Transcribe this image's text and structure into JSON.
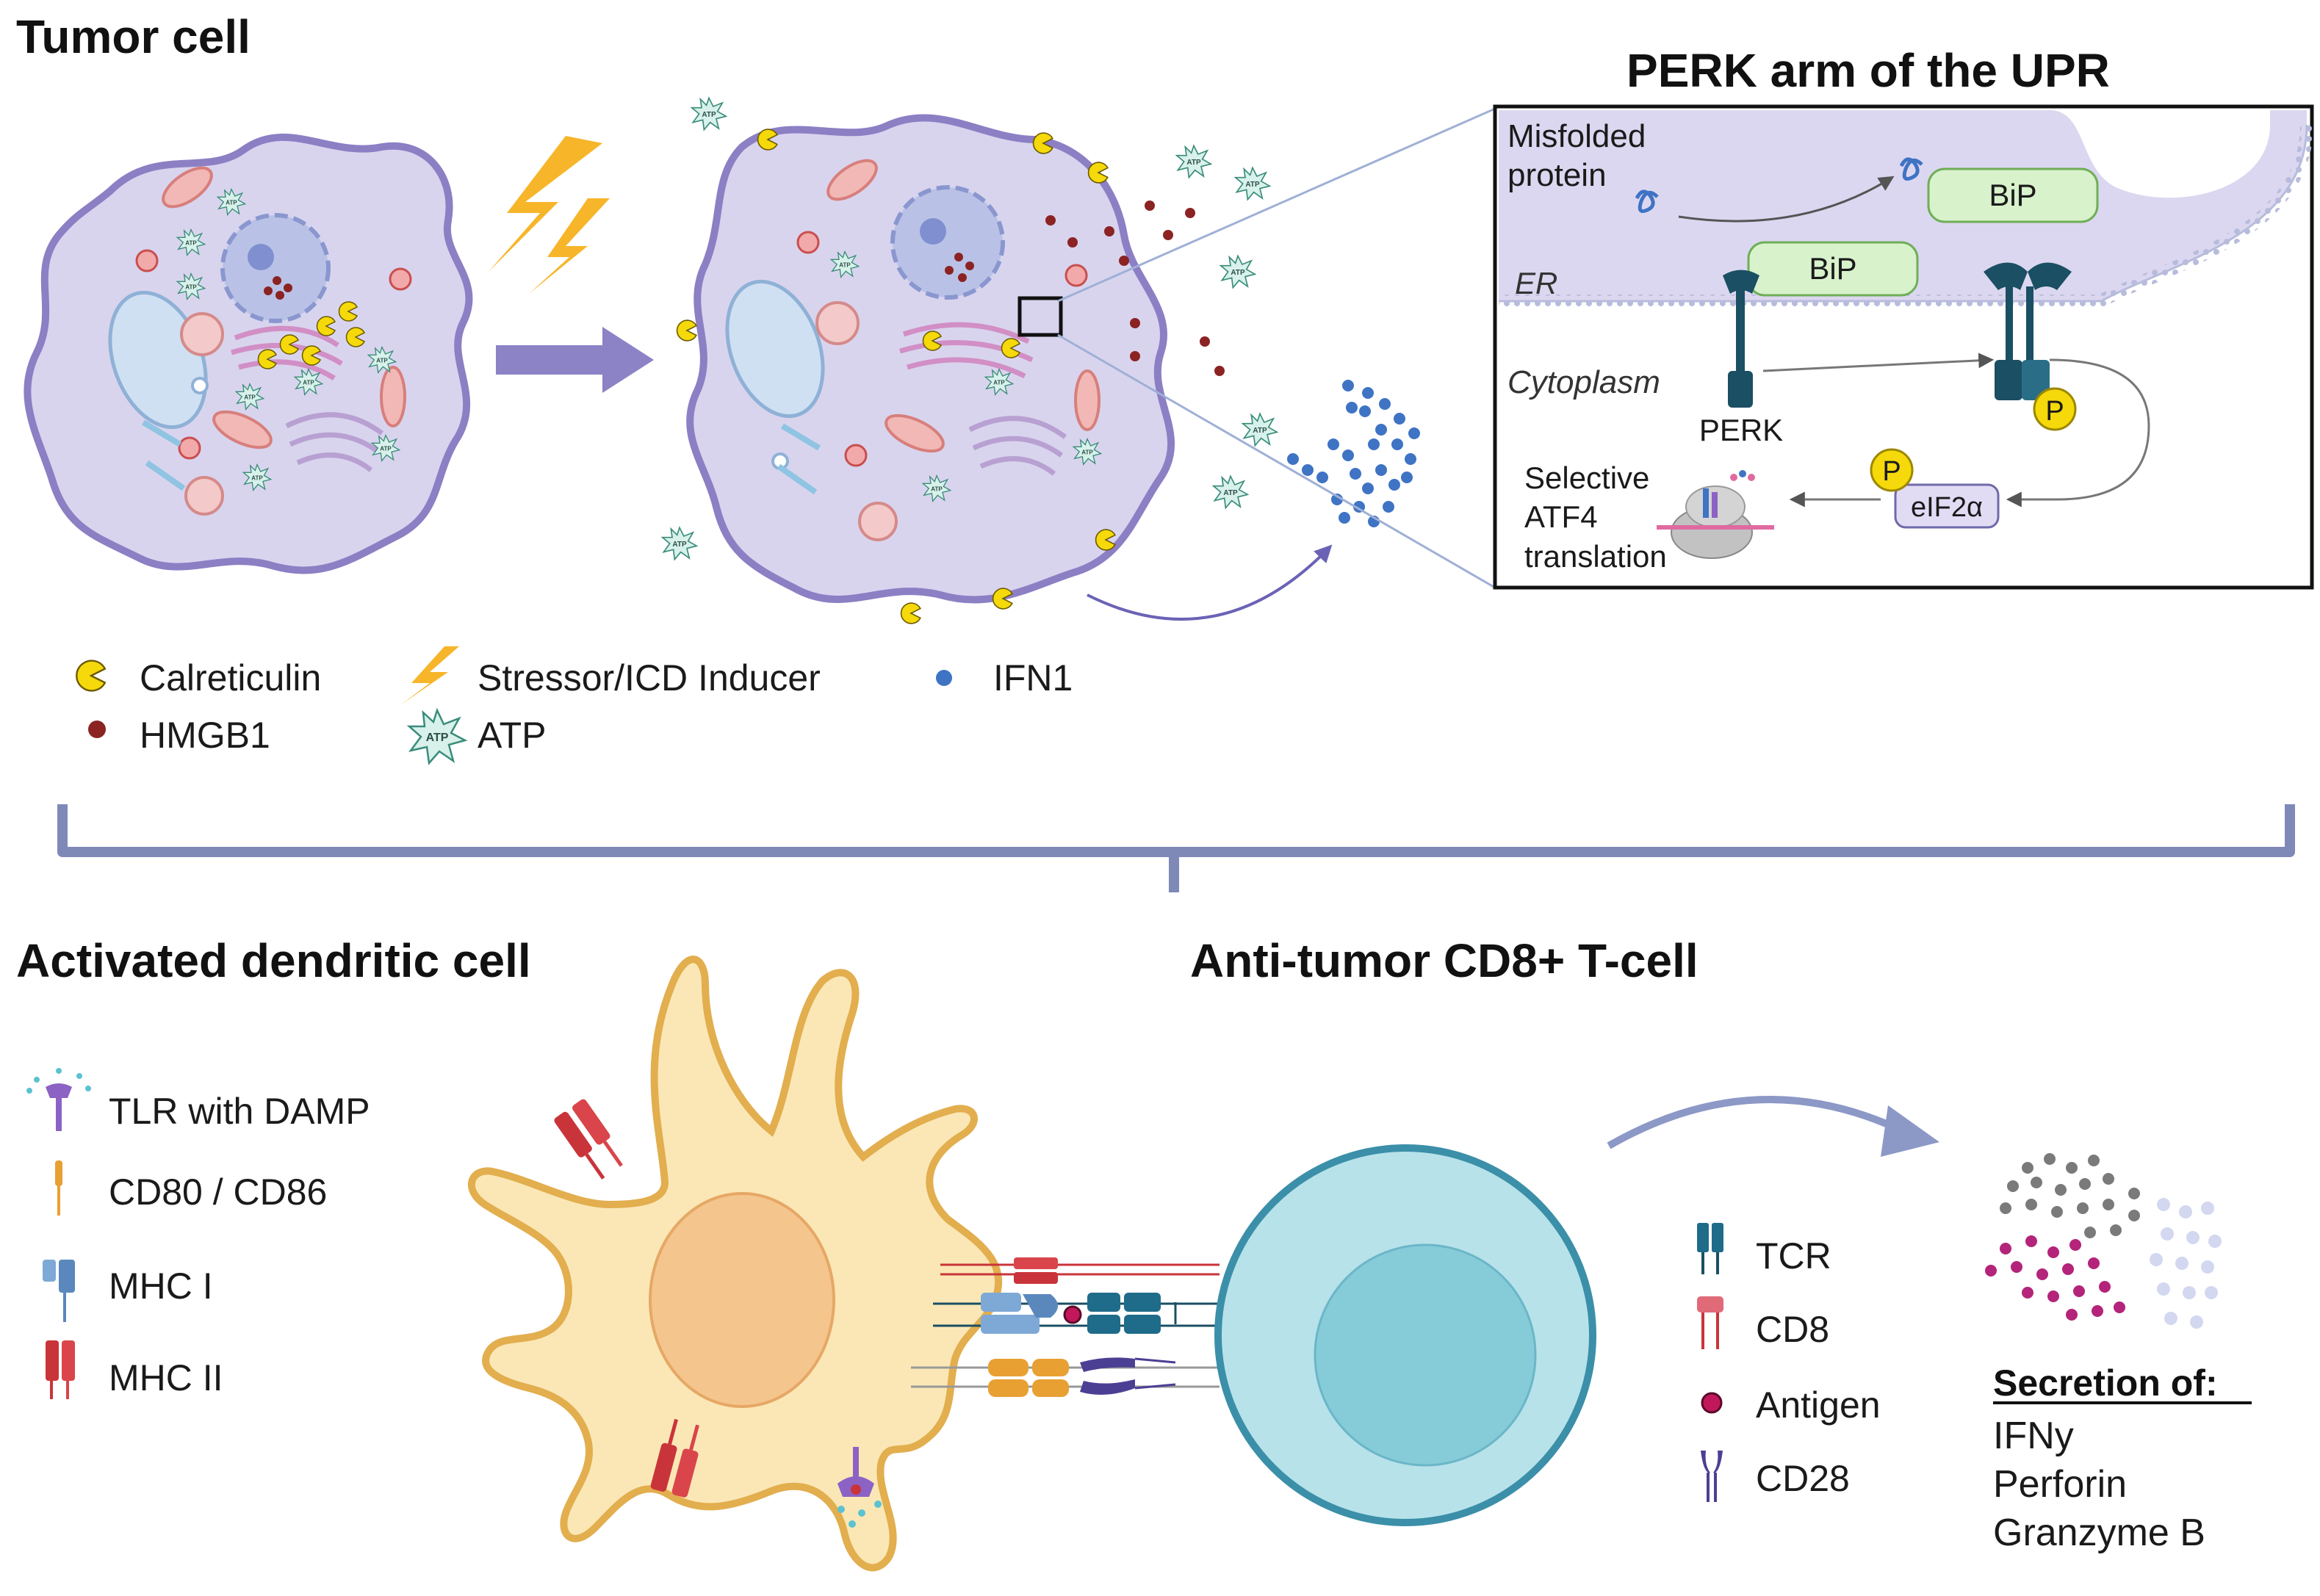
{
  "titles": {
    "tumor_cell": "Tumor cell",
    "perk_arm": "PERK arm of the UPR",
    "dendritic_cell": "Activated dendritic cell",
    "t_cell": "Anti-tumor CD8+ T-cell"
  },
  "perk_panel": {
    "misfolded_line1": "Misfolded",
    "misfolded_line2": "protein",
    "bip": "BiP",
    "er": "ER",
    "cytoplasm": "Cytoplasm",
    "perk": "PERK",
    "phospho": "P",
    "eif2a": "eIF2α",
    "selective_line1": "Selective",
    "selective_line2": "ATF4",
    "selective_line3": "translation"
  },
  "icd_legend": {
    "calreticulin": "Calreticulin",
    "hmgb1": "HMGB1",
    "stressor": "Stressor/ICD Inducer",
    "atp": "ATP",
    "ifn1": "IFN1",
    "atp_icon_text": "ATP"
  },
  "dc_legend": {
    "tlr": "TLR with DAMP",
    "cd80": "CD80 / CD86",
    "mhc1": "MHC I",
    "mhc2": "MHC II"
  },
  "tcell_legend": {
    "tcr": "TCR",
    "cd8": "CD8",
    "antigen": "Antigen",
    "cd28": "CD28"
  },
  "secretion": {
    "heading": "Secretion of:",
    "items": [
      "IFNy",
      "Perforin",
      "Granzyme B"
    ]
  },
  "colors": {
    "tumor_fill": "#d9d4ee",
    "tumor_edge": "#8c7fc4",
    "arrow": "#8c82c6",
    "bracket": "#7f89b8",
    "calreticulin": "#f5d90a",
    "hmgb1": "#8b2323",
    "ifn1": "#3f73c4",
    "dc_fill": "#fbe7b6",
    "dc_edge": "#e2ae4e",
    "tcell_fill": "#b7e2ea",
    "tcell_edge": "#3b8fa8",
    "bip": "#d8f2cc",
    "perk": "#1b4f63"
  }
}
